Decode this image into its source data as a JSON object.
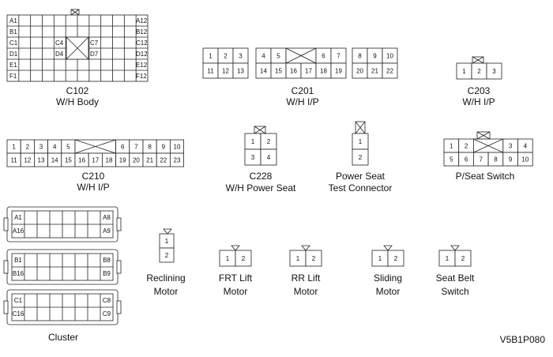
{
  "figure_id": "V5B1P080",
  "connectors": {
    "c102": {
      "name": "C102",
      "sub": "W/H Body",
      "left": [
        "A1",
        "B1",
        "C1",
        "D1",
        "E1",
        "F1"
      ],
      "right": [
        "A12",
        "B12",
        "C12",
        "D12",
        "E12",
        "F12"
      ],
      "mid_left": [
        "C4",
        "D4"
      ],
      "mid_right": [
        "C7",
        "D7"
      ]
    },
    "c201": {
      "name": "C201",
      "sub": "W/H I/P",
      "g1_top": [
        "1",
        "2",
        "3"
      ],
      "g1_bot": [
        "11",
        "12",
        "13"
      ],
      "g2_top": [
        "4",
        "5",
        "6",
        "7"
      ],
      "g2_bot": [
        "14",
        "15",
        "16",
        "17",
        "18",
        "19"
      ],
      "g3_top": [
        "8",
        "9",
        "10"
      ],
      "g3_bot": [
        "20",
        "21",
        "22"
      ]
    },
    "c203": {
      "name": "C203",
      "sub": "W/H I/P",
      "pins": [
        "1",
        "2",
        "3"
      ]
    },
    "c210": {
      "name": "C210",
      "sub": "W/H I/P",
      "top": [
        "1",
        "2",
        "3",
        "4",
        "5",
        "6",
        "7",
        "8",
        "9",
        "10"
      ],
      "bot": [
        "11",
        "12",
        "13",
        "14",
        "15",
        "16",
        "17",
        "18",
        "19",
        "20",
        "21",
        "22",
        "23"
      ]
    },
    "c228": {
      "name": "C228",
      "sub": "W/H Power Seat",
      "pins": [
        "1",
        "2",
        "3",
        "4"
      ]
    },
    "test": {
      "name": "Power Seat",
      "sub": "Test Connector",
      "pins": [
        "1",
        "2"
      ]
    },
    "pseat": {
      "name": "P/Seat Switch",
      "top": [
        "1",
        "2",
        "3",
        "4"
      ],
      "bot": [
        "5",
        "6",
        "7",
        "8",
        "9",
        "10"
      ]
    },
    "cluster": {
      "name": "Cluster",
      "rows": [
        {
          "tl": "A1",
          "tr": "A8",
          "bl": "A16",
          "br": "A9"
        },
        {
          "tl": "B1",
          "tr": "B8",
          "bl": "B16",
          "br": "B9"
        },
        {
          "tl": "C1",
          "tr": "C8",
          "bl": "C16",
          "br": "C9"
        }
      ]
    },
    "reclining": {
      "l1": "Reclining",
      "l2": "Motor",
      "pins": [
        "1",
        "2"
      ]
    },
    "frt": {
      "l1": "FRT Lift",
      "l2": "Motor",
      "pins": [
        "1",
        "2"
      ]
    },
    "rr": {
      "l1": "RR Lift",
      "l2": "Motor",
      "pins": [
        "1",
        "2"
      ]
    },
    "sliding": {
      "l1": "Sliding",
      "l2": "Motor",
      "pins": [
        "1",
        "2"
      ]
    },
    "belt": {
      "l1": "Seat Belt",
      "l2": "Switch",
      "pins": [
        "1",
        "2"
      ]
    }
  }
}
